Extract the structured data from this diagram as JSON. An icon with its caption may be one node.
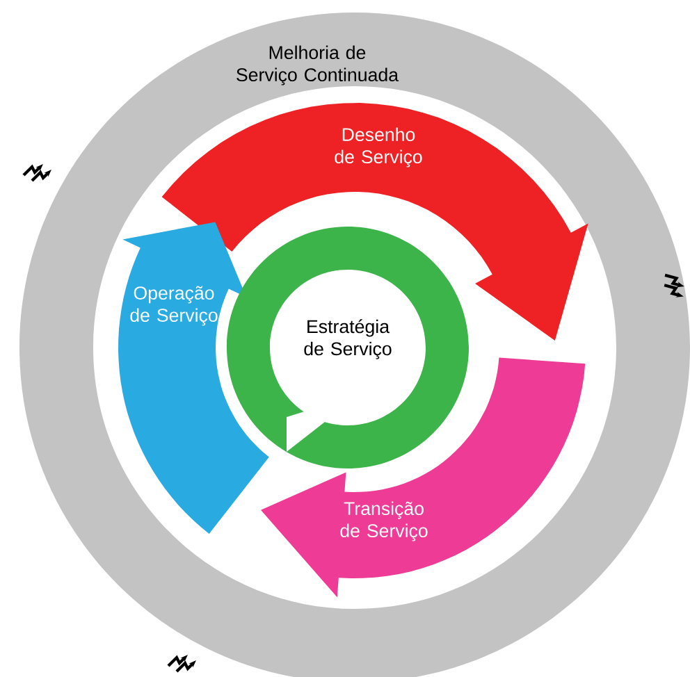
{
  "diagram": {
    "nodes": [
      {
        "text": [
          "Melhoria de Serviço Continuada"
        ]
      },
      {
        "text": [
          "Desenho de Serviço"
        ],
        "in": 0
      },
      {
        "text": [
          "Operação de Serviço"
        ],
        "in": 0
      },
      {
        "text": [
          "Estratégia de Serviço"
        ],
        "in": 0
      },
      {
        "text": [
          "Transição de Serviço"
        ],
        "in": 0
      }
    ]
  }
}
